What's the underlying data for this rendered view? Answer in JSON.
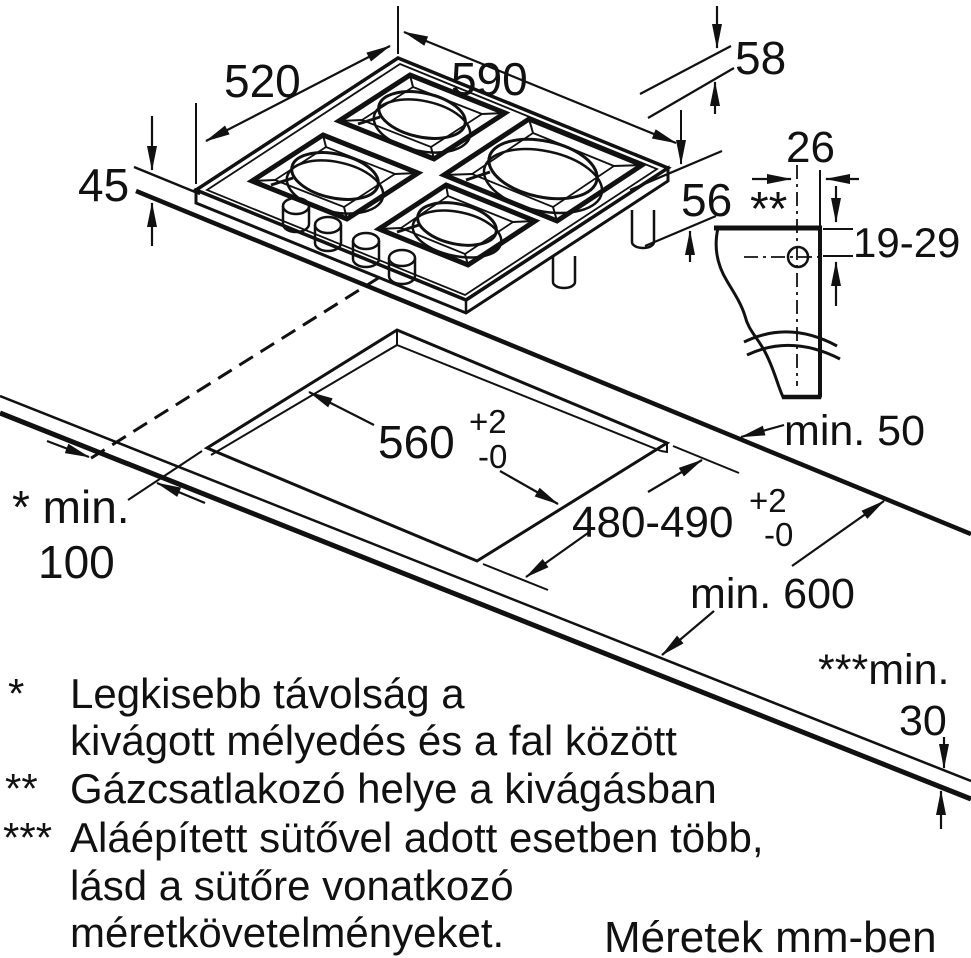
{
  "dimensions": {
    "hob_width": "590",
    "hob_depth": "520",
    "hob_height_left": "45",
    "height_top_right": "58",
    "height_right": "56",
    "gas_offset": "26",
    "gas_marker": "**",
    "gas_depth_range": "19-29",
    "cutout_width": "560",
    "cutout_width_tol_plus": "+2",
    "cutout_width_tol_minus": "-0",
    "cutout_depth": "480-490",
    "cutout_depth_tol_plus": "+2",
    "cutout_depth_tol_minus": "-0",
    "wall_clearance_label": "* min.",
    "wall_clearance_value": "100",
    "side_clearance": "min. 50",
    "worktop_depth": "min. 600",
    "thickness_label": "***min.",
    "thickness_value": "30"
  },
  "legend": {
    "rows": [
      {
        "marker": "*",
        "text": "Legkisebb távolság a"
      },
      {
        "marker": "",
        "text": "kivágott mélyedés és a fal között"
      },
      {
        "marker": "**",
        "text": "Gázcsatlakozó helye a kivágásban"
      },
      {
        "marker": "***",
        "text": "Aláépített sütővel adott esetben több,"
      },
      {
        "marker": "",
        "text": "lásd a sütőre vonatkozó"
      },
      {
        "marker": "",
        "text": "méretkövetelményeket."
      }
    ],
    "units_note": "Méretek mm-ben"
  },
  "colors": {
    "line": "#111111",
    "burner_fill": "#b4b4b4",
    "background": "#ffffff"
  }
}
